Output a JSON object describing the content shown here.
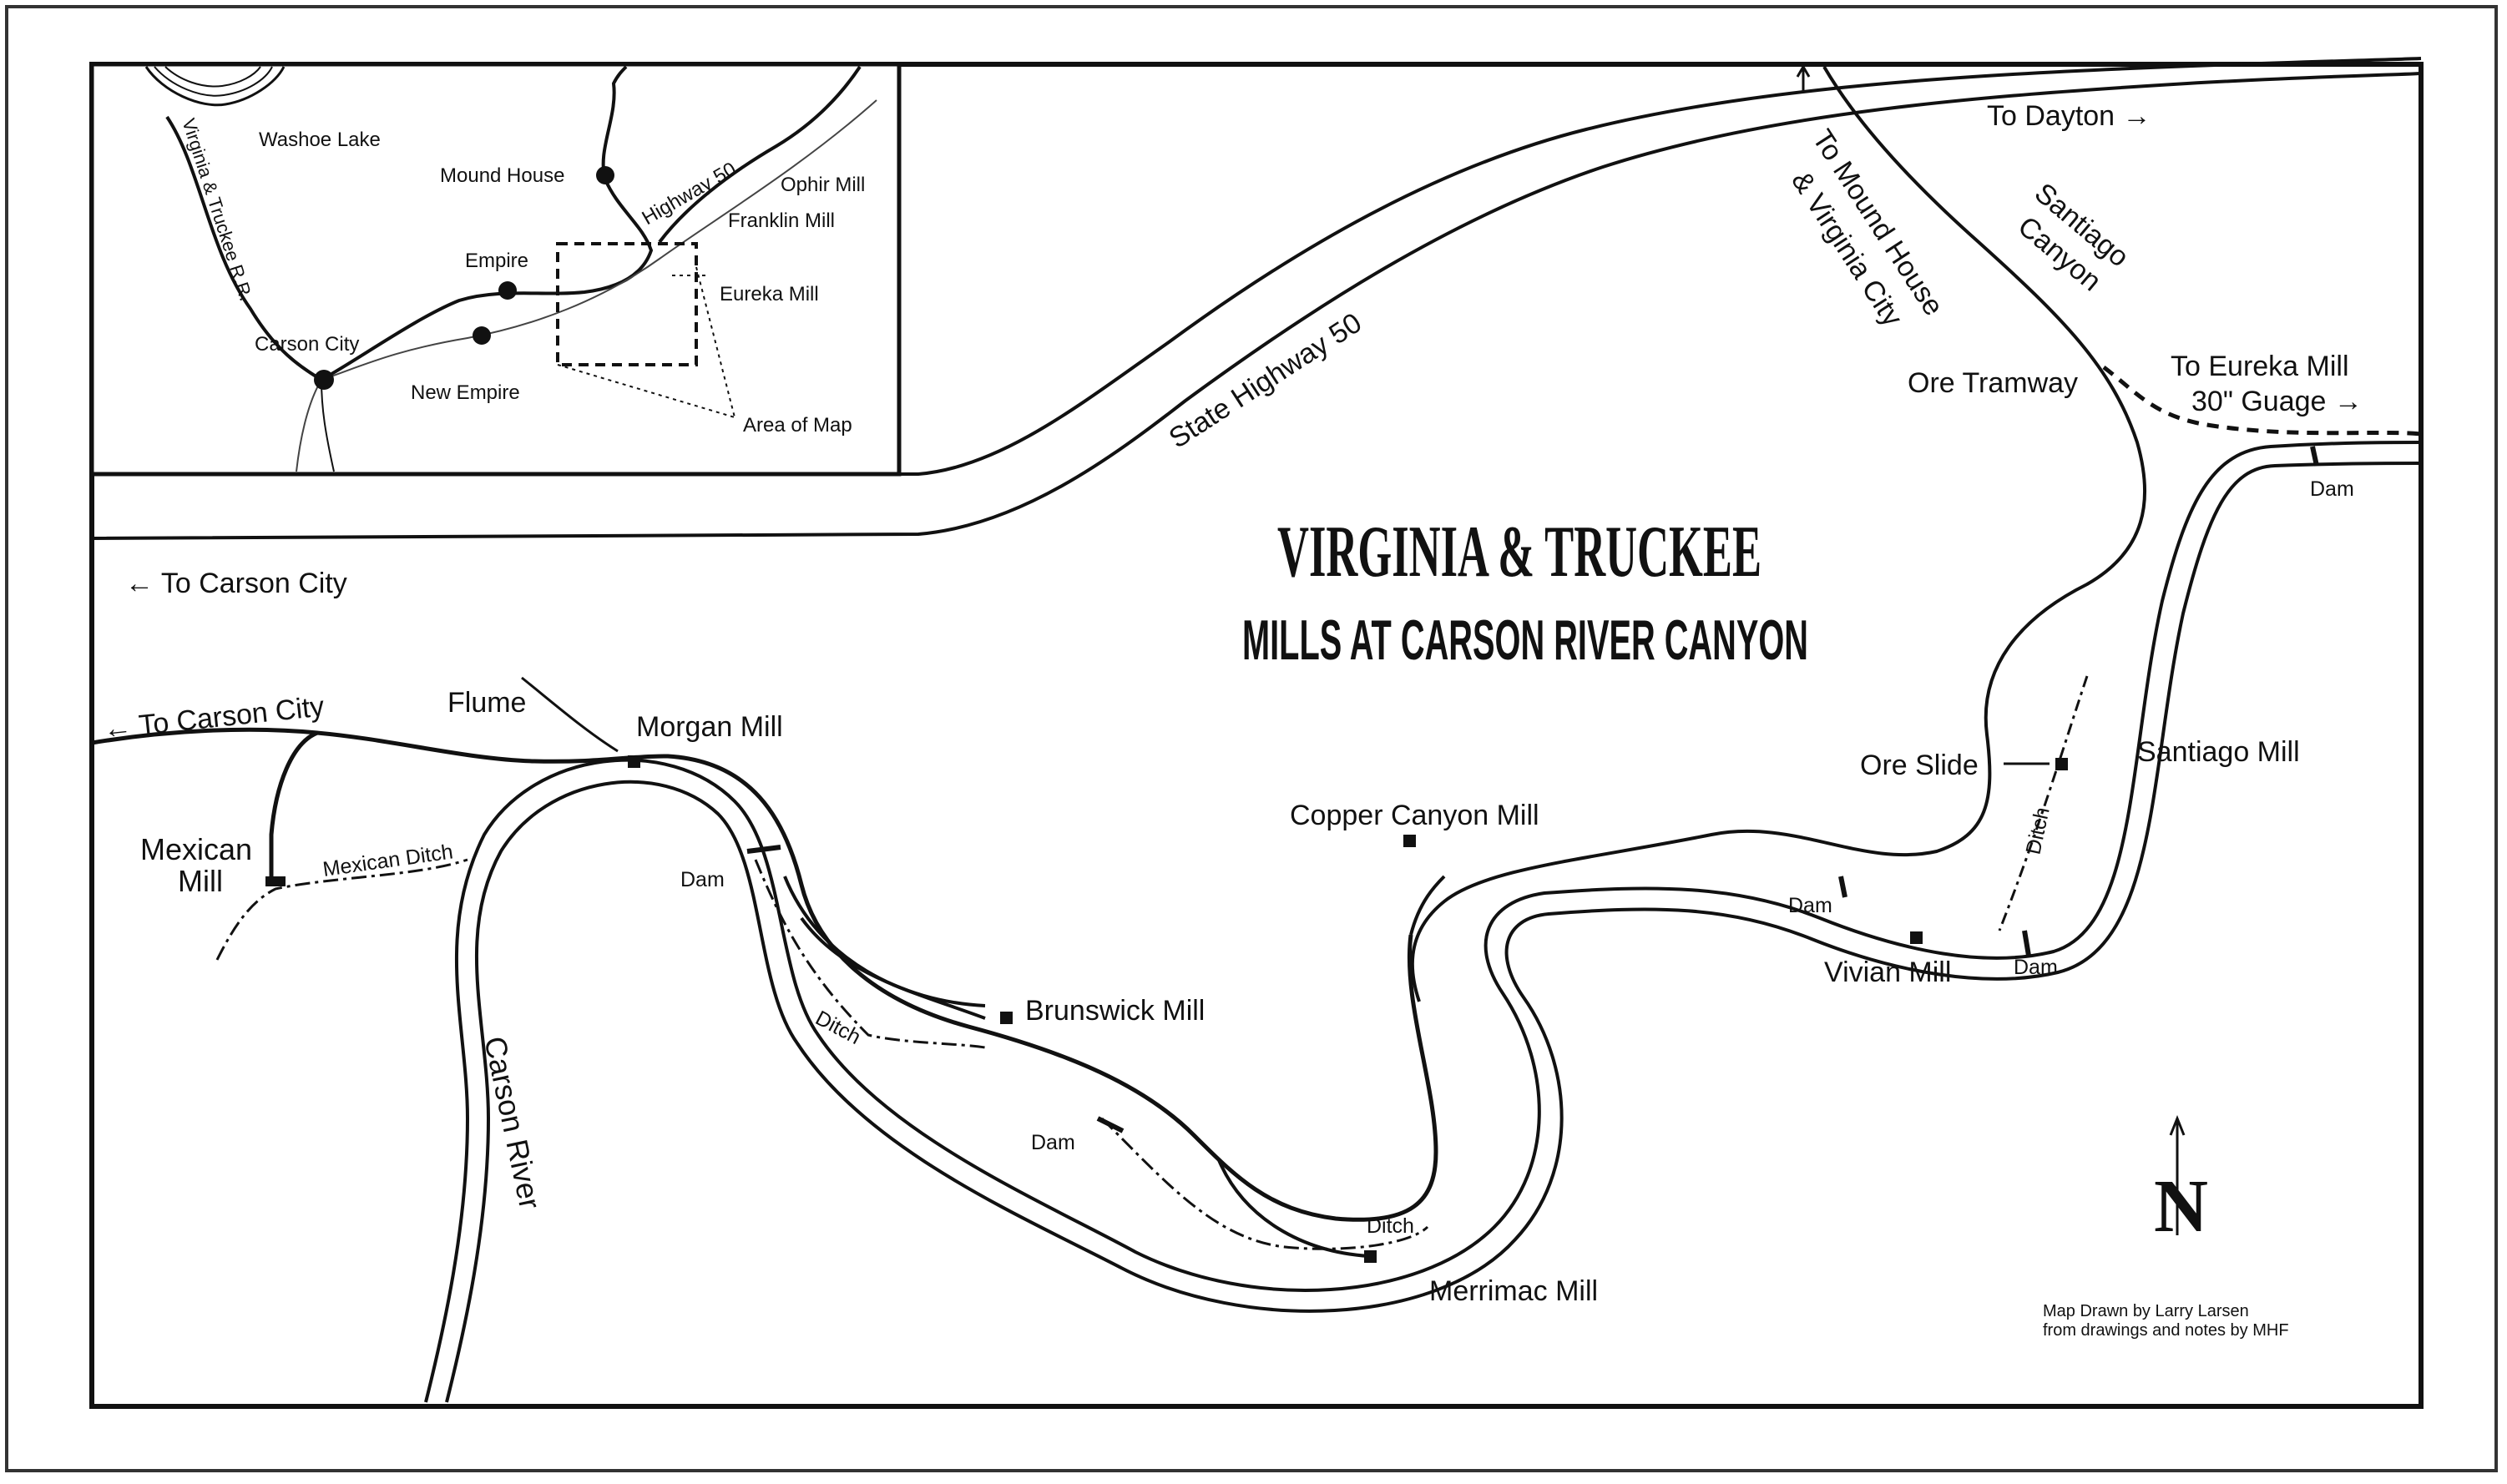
{
  "title": "VIRGINIA & TRUCKEE",
  "subtitle": "MILLS AT CARSON RIVER CANYON",
  "credit": {
    "line1": "Map Drawn by Larry Larsen",
    "line2": "from drawings and notes by MHF"
  },
  "north_label": "N",
  "labels": {
    "to_dayton": "To Dayton →",
    "to_mound_house_1": "To Mound House",
    "to_mound_house_2": "& Virginia City",
    "santiago_canyon_1": "Santiago",
    "santiago_canyon_2": "Canyon",
    "ore_tramway": "Ore Tramway",
    "to_eureka_1": "To Eureka Mill",
    "to_eureka_2": "30\" Guage →",
    "state_highway": "State Highway 50",
    "to_carson_city_top": "← To Carson City",
    "to_carson_city_rr": "← To Carson City",
    "flume": "Flume",
    "morgan_mill": "Morgan Mill",
    "mexican_mill_1": "Mexican",
    "mexican_mill_2": "Mill",
    "mexican_ditch": "Mexican Ditch",
    "carson_river": "Carson River",
    "brunswick_mill": "Brunswick Mill",
    "copper_canyon_mill": "Copper Canyon Mill",
    "merrimac_mill": "Merrimac Mill",
    "vivian_mill": "Vivian Mill",
    "santiago_mill": "Santiago Mill",
    "ore_slide": "Ore Slide",
    "dam": "Dam",
    "ditch": "Ditch"
  },
  "inset": {
    "washoe_lake": "Washoe Lake",
    "mound_house": "Mound House",
    "highway_50": "Highway 50",
    "ophir_mill": "Ophir Mill",
    "franklin_mill": "Franklin Mill",
    "empire": "Empire",
    "eureka_mill": "Eureka Mill",
    "carson_city": "Carson City",
    "new_empire": "New Empire",
    "area_of_map": "Area of Map",
    "vt_rr": "Virginia & Truckee R.R."
  }
}
